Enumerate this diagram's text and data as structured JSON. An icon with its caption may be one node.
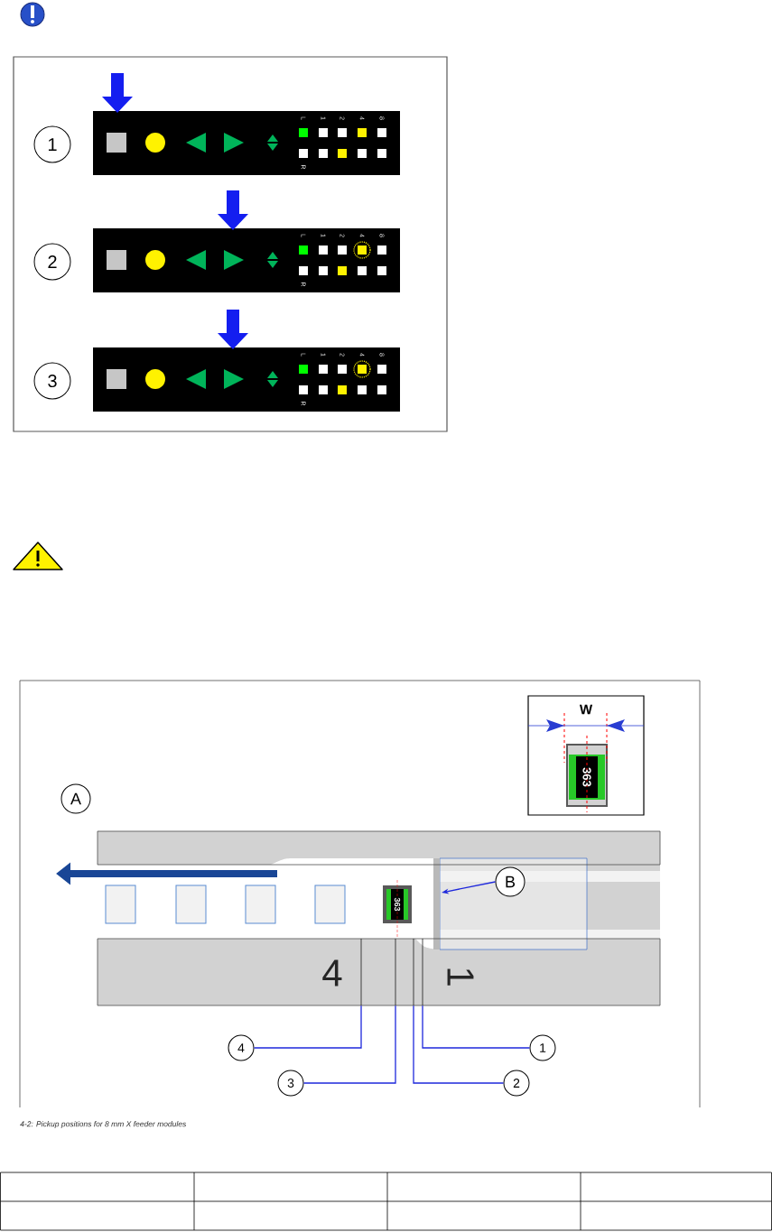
{
  "diagram": {
    "caption": "4-2: Pickup positions for 8 mm X feeder modules",
    "nodes": [
      {
        "text": [
          "1"
        ]
      },
      {
        "text": [
          "2"
        ]
      },
      {
        "text": [
          "3"
        ]
      },
      {
        "text": [
          "A"
        ]
      },
      {
        "text": [
          "B"
        ]
      },
      {
        "text": [
          "4"
        ]
      },
      {
        "text": [
          "3"
        ]
      },
      {
        "text": [
          "2"
        ]
      },
      {
        "text": [
          "1"
        ]
      },
      {
        "text": [],
        "shape": "bar"
      },
      {
        "text": [],
        "shape": "bar"
      },
      {
        "text": [],
        "shape": "bar"
      },
      {
        "text": [],
        "shape": "bar"
      }
    ],
    "edges": [
      {
        "from": 4,
        "to": null,
        "arrow": "to"
      },
      {
        "from": 5,
        "to": 9,
        "arrow": "none"
      },
      {
        "from": 6,
        "to": 10,
        "arrow": "none"
      },
      {
        "from": 7,
        "to": 11,
        "arrow": "none"
      },
      {
        "from": 8,
        "to": 12,
        "arrow": "none"
      }
    ],
    "labels": [
      "L",
      "1",
      "2",
      "4",
      "8",
      "R",
      "L",
      "1",
      "2",
      "4",
      "8",
      "R",
      "L",
      "1",
      "2",
      "4",
      "8",
      "R",
      "W",
      "363",
      "363",
      "4",
      "1"
    ]
  }
}
